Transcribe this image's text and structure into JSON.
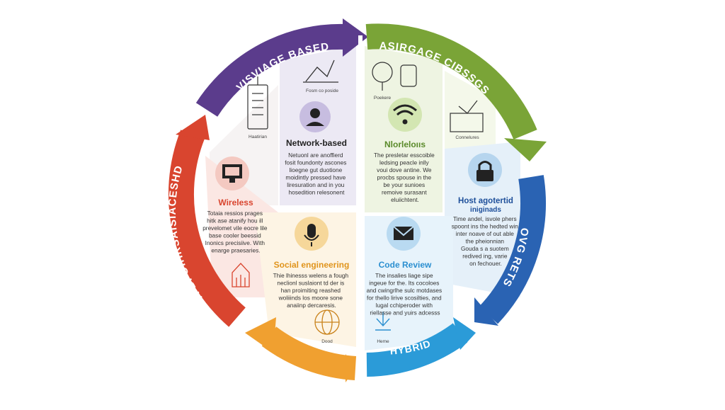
{
  "arcs": {
    "top_left": {
      "label": "VISVIAGE BASED",
      "color": "#5b3c8c"
    },
    "top_right": {
      "label": "ASIRGAGE CIBSSGS",
      "color": "#7aa437"
    },
    "left": {
      "label": "A BFOIHRSAISIACESHD",
      "color": "#d9452f"
    },
    "right": {
      "label": "OVG RETS",
      "color": "#2a63b3"
    },
    "bottom_left": {
      "label": "",
      "color": "#f0a030"
    },
    "bottom_right": {
      "label": "HYBRID",
      "color": "#2b9bd8"
    }
  },
  "segments": {
    "network": {
      "title": "Network-based",
      "title_color": "#222222",
      "lines": [
        "Netuonl are anoffierd",
        "fosit foundonty ascones",
        "lioegne gut duotione",
        "moidintly pressed have",
        "liresuration and in you",
        "hosedition relesonent"
      ]
    },
    "wireless": {
      "title": "Wireless",
      "title_color": "#d9452f",
      "lines": [
        "Totaia ressios prages",
        "hitk ase atanify hou ill",
        "prevelomet vile eocre lile",
        "base cooler beessid",
        "Inonics precisiive. With",
        "enarge praesaries."
      ]
    },
    "social": {
      "title": "Social engineering",
      "title_color": "#e0941c",
      "lines": [
        "Thie lhinesss welens a fough",
        "neclionl suslaiont td der is",
        "han proimiting reashed",
        "woliiinds los moore sone",
        "anaiinp dercaresis."
      ]
    },
    "wireless_r": {
      "title": "Nlorleloııs",
      "title_color": "#5a8a2a",
      "lines": [
        "The presletar esscoible",
        "ledsing peacle inlly",
        "voui dove antine. We",
        "procbs spouse in the",
        "be your sunioes",
        "remoive surasant",
        "eluiichtent."
      ]
    },
    "host": {
      "title": "Host agotertid",
      "subtitle": "iniginads",
      "title_color": "#1e4f9a",
      "lines": [
        "Time andel, isvole phers",
        "spoont ins the hedted win",
        "inter noave of out able",
        "the pheionnian",
        "Gouda s a suotem",
        "redived ing, varie",
        "on fechouer."
      ]
    },
    "code": {
      "title": "Code Review",
      "title_color": "#2b8fd0",
      "lines": [
        "The insalies liage sipe",
        "ingeue for the. Its cocoloes",
        "and cwingrlhe sulc motdases",
        "for thello lirive scosilties, and",
        "lugal cchiperoder with",
        "riellasse and yuirs adcesss"
      ]
    }
  },
  "icon_captions": {
    "tower": "Haatirian",
    "chart": "Fosm co poside",
    "tree": "Poekere",
    "monitor": "Connelures",
    "globe": "Dood",
    "download": "Heme"
  }
}
